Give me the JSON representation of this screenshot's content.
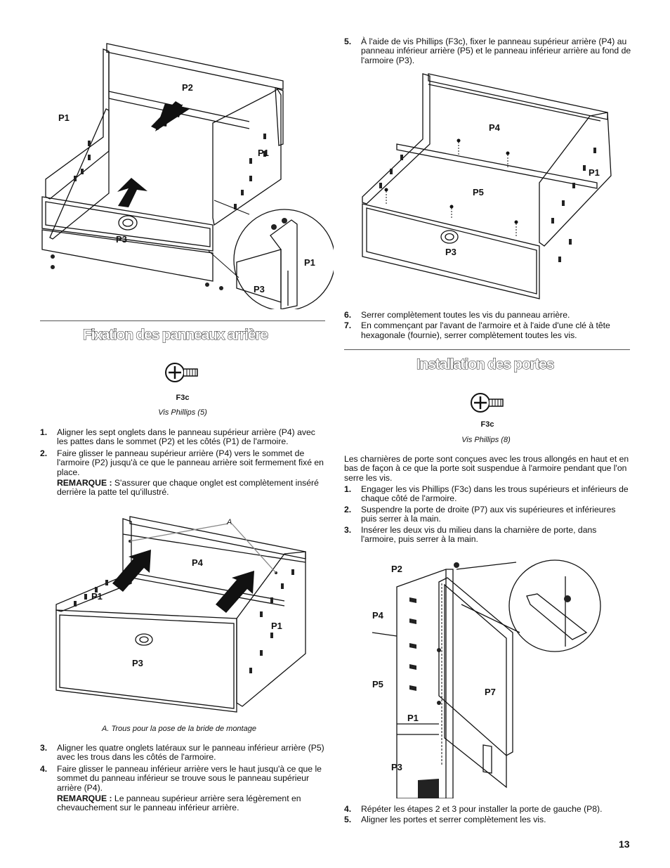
{
  "page_number": "13",
  "figure1": {
    "labels": [
      "P2",
      "P1",
      "P1",
      "P3",
      "P1",
      "P3"
    ]
  },
  "section_left": {
    "title": "Fixation des panneaux arrière",
    "screw_code": "F3c",
    "screw_caption": "Vis Phillips (5)",
    "steps_a": [
      {
        "num": "1.",
        "text": "Aligner les sept onglets dans le panneau supérieur arrière (P4) avec les pattes dans le sommet (P2) et les côtés (P1) de l'armoire."
      },
      {
        "num": "2.",
        "text": "Faire glisser le panneau supérieur arrière (P4) vers le sommet de l'armoire (P2) jusqu'à ce que le panneau arrière soit fermement fixé en place.",
        "note_label": "REMARQUE :",
        "note_text": " S'assurer que chaque onglet est complètement inséré derrière la patte tel qu'illustré."
      }
    ],
    "figure2": {
      "labels": [
        "A",
        "P4",
        "P1",
        "P1",
        "P3"
      ],
      "caption": "A. Trous pour la pose de la bride de montage"
    },
    "steps_b": [
      {
        "num": "3.",
        "text": "Aligner les quatre onglets latéraux sur le panneau inférieur arrière (P5) avec les trous dans les côtés de l'armoire."
      },
      {
        "num": "4.",
        "text": "Faire glisser le panneau inférieur arrière vers le haut jusqu'à ce que le sommet du panneau inférieur se trouve sous le panneau supérieur arrière (P4).",
        "note_label": "REMARQUE :",
        "note_text": " Le panneau supérieur arrière sera légèrement en chevauchement sur le panneau inférieur arrière."
      }
    ]
  },
  "section_right": {
    "steps_top": [
      {
        "num": "5.",
        "text": "À l'aide de vis Phillips (F3c), fixer le panneau supérieur arrière (P4) au panneau inférieur arrière (P5) et le panneau inférieur arrière au fond de l'armoire (P3)."
      }
    ],
    "figure3": {
      "labels": [
        "P4",
        "P1",
        "P5",
        "P3"
      ]
    },
    "steps_mid": [
      {
        "num": "6.",
        "text": "Serrer complètement toutes les vis du panneau arrière."
      },
      {
        "num": "7.",
        "text": "En commençant par l'avant de l'armoire et à l'aide d'une clé à tête hexagonale (fournie), serrer complètement toutes les vis."
      }
    ],
    "title": "Installation des portes",
    "screw_code": "F3c",
    "screw_caption": "Vis Phillips (8)",
    "intro": "Les charnières de porte sont conçues avec les trous allongés en haut et en bas de façon à ce que la porte soit suspendue à l'armoire pendant que l'on serre les vis.",
    "steps_doors": [
      {
        "num": "1.",
        "text": "Engager les vis Phillips (F3c) dans les trous supérieurs et inférieurs de chaque côté de l'armoire."
      },
      {
        "num": "2.",
        "text": "Suspendre la porte de droite (P7) aux vis supérieures et inférieures puis serrer à la main."
      },
      {
        "num": "3.",
        "text": "Insérer les deux vis du milieu dans la charnière de porte, dans l'armoire, puis serrer à la main."
      }
    ],
    "figure4": {
      "labels": [
        "P2",
        "P4",
        "P5",
        "P7",
        "P1",
        "P3"
      ]
    },
    "steps_end": [
      {
        "num": "4.",
        "text": "Répéter les étapes 2 et 3 pour installer la porte de gauche (P8)."
      },
      {
        "num": "5.",
        "text": "Aligner les portes et serrer complètement les vis."
      }
    ]
  }
}
